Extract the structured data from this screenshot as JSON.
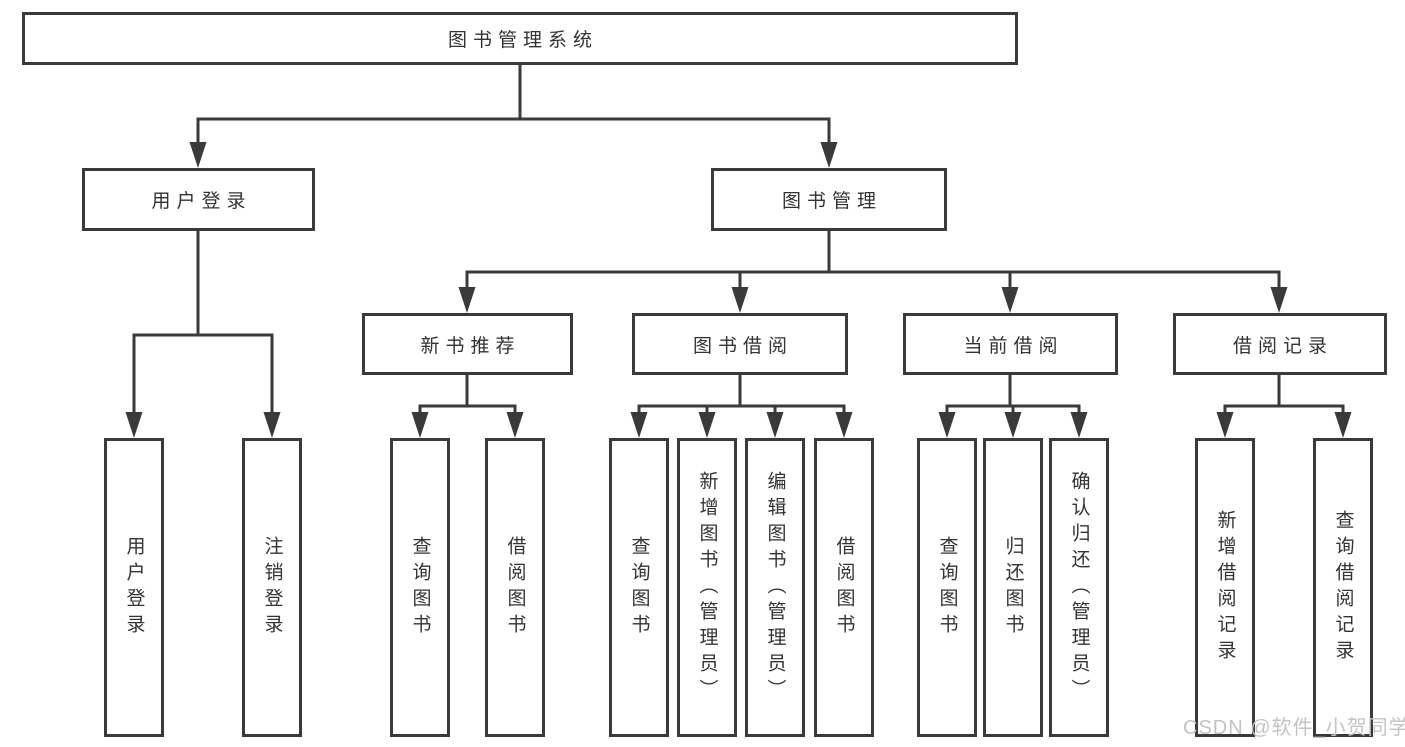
{
  "diagram": {
    "title": "图书管理系统",
    "root": {
      "label": "图书管理系统"
    },
    "branches": [
      {
        "label": "用户登录",
        "children": [
          "用户登录",
          "注销登录"
        ]
      },
      {
        "label": "图书管理",
        "sub": [
          {
            "label": "新书推荐",
            "children": [
              "查询图书",
              "借阅图书"
            ]
          },
          {
            "label": "图书借阅",
            "children": [
              "查询图书",
              "新增图书（管理员）",
              "编辑图书（管理员）",
              "借阅图书"
            ]
          },
          {
            "label": "当前借阅",
            "children": [
              "查询图书",
              "归还图书",
              "确认归还（管理员）"
            ]
          },
          {
            "label": "借阅记录",
            "children": [
              "新增借阅记录",
              "查询借阅记录"
            ]
          }
        ]
      }
    ]
  },
  "watermark": {
    "text": "CSDN @软件_小贺同学"
  },
  "colors": {
    "line": "#3a3a3a",
    "box_border": "#3a3a3a",
    "text": "#333333",
    "watermark": "#c4c4c4",
    "background": "#ffffff"
  }
}
